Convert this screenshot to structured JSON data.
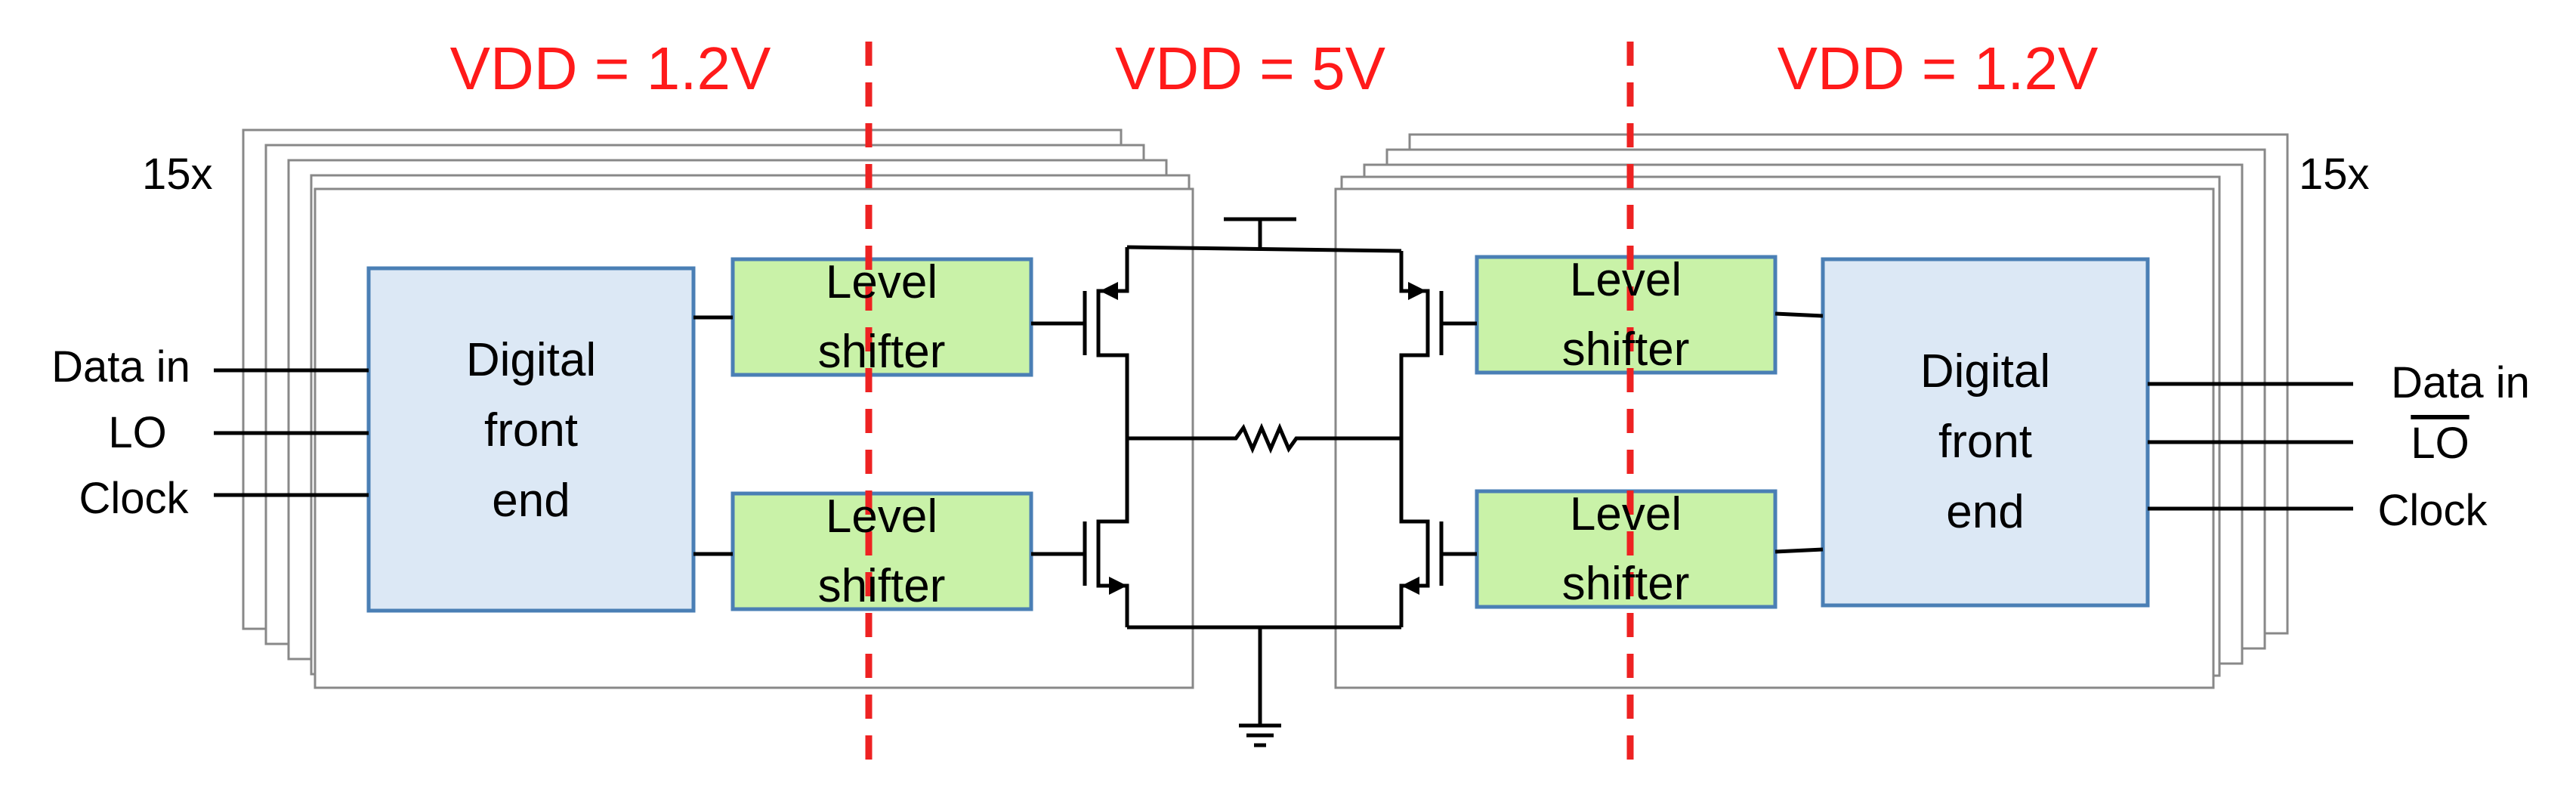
{
  "domains": {
    "left": "VDD = 1.2V",
    "middle": "VDD = 5V",
    "right": "VDD = 1.2V"
  },
  "left": {
    "multiplicity": "15x",
    "inputs": [
      "Data in",
      "LO",
      "Clock"
    ],
    "frontend": [
      "Digital",
      "front",
      "end"
    ],
    "shifter_top": [
      "Level",
      "shifter"
    ],
    "shifter_bottom": [
      "Level",
      "shifter"
    ]
  },
  "right": {
    "multiplicity": "15x",
    "inputs": [
      "Data in",
      "LO",
      "Clock"
    ],
    "frontend": [
      "Digital",
      "front",
      "end"
    ],
    "shifter_top": [
      "Level",
      "shifter"
    ],
    "shifter_bottom": [
      "Level",
      "shifter"
    ]
  },
  "colors": {
    "domain_text": "#ff1a1a",
    "divider": "#ee2222",
    "frontend_fill": "#dce8f5",
    "frontend_stroke": "#4a7fb5",
    "shifter_fill": "#c9f2a8",
    "shifter_stroke": "#4a7fb5",
    "wire": "#000000",
    "card_stroke": "#888888"
  }
}
